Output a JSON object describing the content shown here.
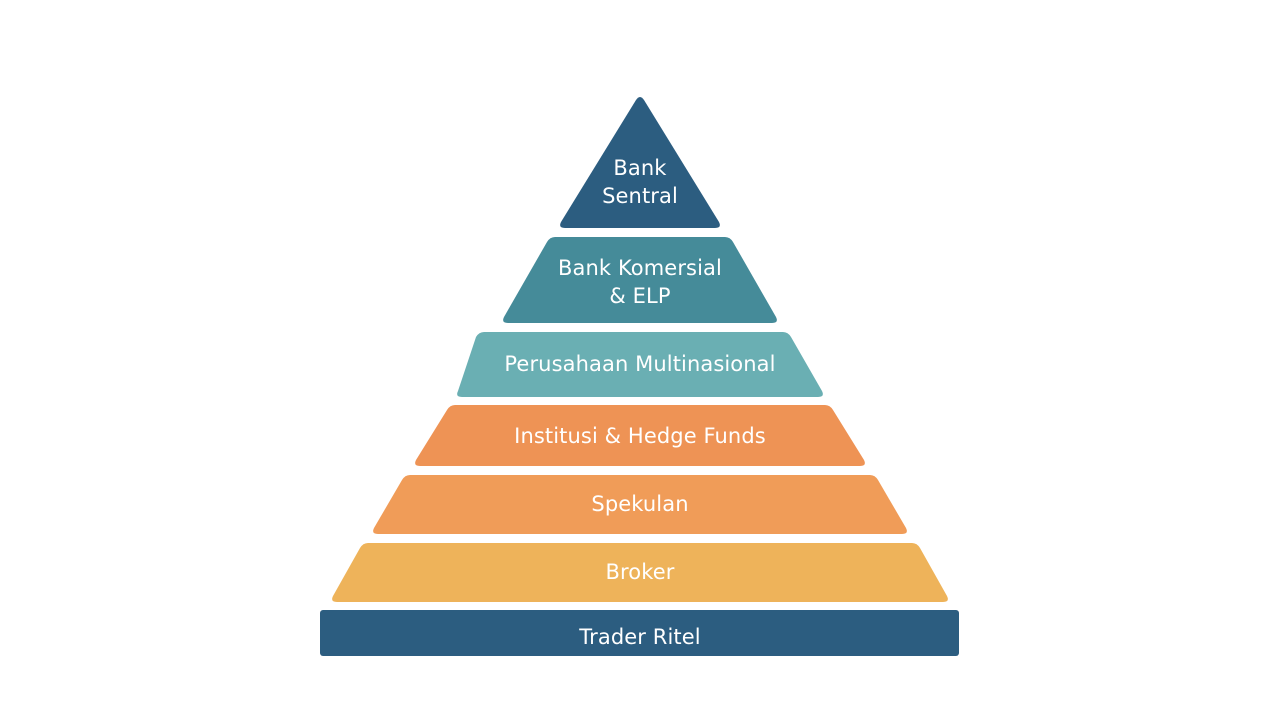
{
  "colors": {
    "background": "#ffffff",
    "text": "#ffffff",
    "tier_dark_blue": "#2c5d80",
    "tier_teal": "#458b99",
    "tier_light_teal": "#6aafb3",
    "tier_orange": "#ee9355",
    "tier_light_orange": "#f09c58",
    "tier_yellow": "#eeb35a"
  },
  "pyramid": {
    "tiers": [
      {
        "line1": "Bank",
        "line2": "Sentral",
        "color": "#2c5d80"
      },
      {
        "line1": "Bank Komersial",
        "line2": "& ELP",
        "color": "#458b99"
      },
      {
        "line1": "Perusahaan Multinasional",
        "line2": "",
        "color": "#6aafb3"
      },
      {
        "line1": "Institusi & Hedge Funds",
        "line2": "",
        "color": "#ee9355"
      },
      {
        "line1": "Spekulan",
        "line2": "",
        "color": "#f09c58"
      },
      {
        "line1": "Broker",
        "line2": "",
        "color": "#eeb35a"
      },
      {
        "line1": "Trader Ritel",
        "line2": "",
        "color": "#2c5d80"
      }
    ]
  }
}
